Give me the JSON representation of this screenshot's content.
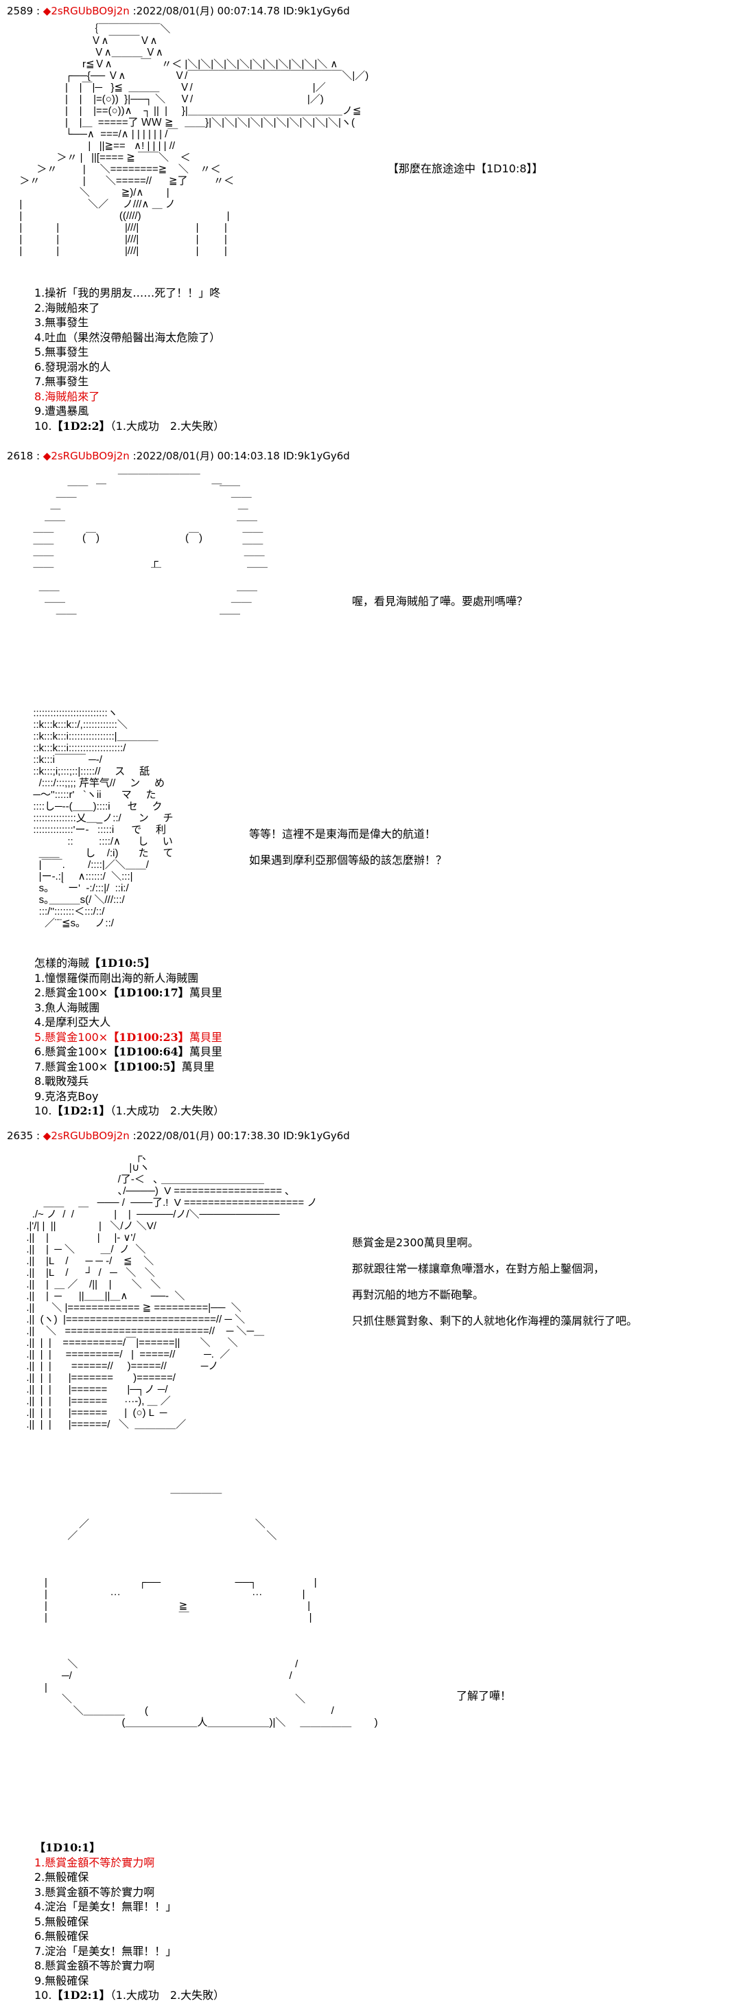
{
  "colors": {
    "trip": "#e00000",
    "highlight": "#e00000",
    "text": "#000000"
  },
  "posts": [
    {
      "number": "2589",
      "sep": " : ",
      "trip": "◆2sRGUbBO9j2n",
      "date": " :2022/08/01(月) 00:07:14.78",
      "id": " ID:9k1yGy6d",
      "aa": [
        [
          "                          ｛￣￣￣￣￣￣＼",
          "                           Ｖ∧￣￣￣Ｖ∧",
          "                            Ｖ∧＿＿＿ Ｖ∧",
          "                        r≦Ｖ∧          ￣　〃＜ |＼|＼|＼|＼|＼|＼|＼|＼|＼|＼|＼ ∧",
          "                  ┌──{── Ｖ∧                 Ｖ/￣￣￣￣￣￣￣￣￣￣￣￣￣￣￣＼|／)",
          "                  |    |￣|─   }≦  ＿＿＿       Ｖ/                                          |／",
          "                  |    |    |=(○))  }|──┐ ＼     Ｖ/                                        |／)",
          "                  |    |    |==(○))∧    ┐ ||  |     }|＿＿＿＿＿＿＿＿＿＿＿＿＿＿＿ノ≦",
          "                  |    |＿  =====了 ＷＷ ≧    ＿＿}|＼|＼|＼|＼|＼|＼|＼|＼|＼|＼|ヽ(",
          "                  └──∧  ===/∧ | | | | | | /￣",
          "                          |   ||≧==   ∧! | | | | //",
          "               ＞〃 |   ||[==== ≧ ￣￣＼    ＜",
          "        ＞〃         |     ＼========≧    ＼    〃＜",
          "  ＞〃               |       ＼=====//      ≧了         〃＜",
          "                       ＼           ≧)/∧        |",
          "  |                       ＼／     ノ///∧ ＿ ノ",
          "  |                                  ((////)                              |",
          "  |            |                       |///|                    |         |",
          "  |            |                       |///|                    |         |",
          "  |            |                       |///|                    |         |"
        ]
      ],
      "speech": [
        "【那麼在旅途途中【1D10:8】】"
      ],
      "list": {
        "title": null,
        "items": [
          [
            {
              "t": "1.操祈「我的男朋友……死了！！」咚"
            }
          ],
          [
            {
              "t": "2.海賊船來了"
            }
          ],
          [
            {
              "t": "3.無事發生"
            }
          ],
          [
            {
              "t": "4.吐血（果然沒帶船醫出海太危險了）"
            }
          ],
          [
            {
              "t": "5.無事發生"
            }
          ],
          [
            {
              "t": "6.發現溺水的人"
            }
          ],
          [
            {
              "t": "7.無事發生"
            }
          ],
          [
            {
              "t": "8.海賊船來了"
            }
          ],
          [
            {
              "t": "9.遭遇暴風"
            }
          ],
          [
            {
              "t": "10."
            },
            {
              "t": "【1D2:2】",
              "b": true
            },
            {
              "t": "（1.大成功　2.大失敗）"
            }
          ]
        ],
        "highlight_index": 7
      }
    },
    {
      "number": "2618",
      "sep": " : ",
      "trip": "◆2sRGUbBO9j2n",
      "date": " :2022/08/01(月) 00:14:03.18",
      "id": " ID:9k1yGy6d",
      "aa": [
        [
          "                        ＿    ￣￣￣￣￣￣￣￣    ＿",
          "              ￣￣                                              ￣￣",
          "          ￣￣                                                      ￣￣",
          "        ￣                                                              ￣",
          "      ￣￣                                                            ￣￣",
          "  ￣￣          (￣)                              (￣)              ￣￣",
          "  ￣￣                                                                  ￣￣",
          "  ￣￣                                  ┌                              ￣￣",
          "  ￣￣                                  ￣                              ￣￣",
          "",
          "    ￣￣                                                              ￣￣",
          "      ￣￣                                                          ￣￣",
          "          ￣￣                                                  ￣￣"
        ],
        [
          "  ::::::::::::::::::::::::::ヽ",
          "  ::k:::k:::k::/,::::::::::::＼",
          "  ::k:::k:::i::::::::::::::::|＿＿＿＿",
          "  ::k:::k:::i:::::::::::::::::::/",
          "  ::k:::i￣￣￣ ─-/",
          "  ::k:::;i;:::;::|::::://     ス     舐",
          "    /::::/:::;;;; 芹竿气//     ン     め",
          "  ─〜'':::::r'   `ヽii       マ     た",
          "  ::::し─‐‐(＿＿)::::i      セ     ク",
          "  :::::::::::::::乂＿_ノ::/      ン     チ",
          "  ::::::::::::::'ー-   :::::i      で     利",
          "              ::         ::::/∧      し     い",
          "    ＿＿         し    /:i)       た     て",
          "    |￣￣.        /::::|／＼＿＿/",
          "    |ー-.:|     ∧::::::/  ＼:::|",
          "    s｡   ｀ー'  -:/:::|/  ::i:/",
          "    s｡＿＿＿s(/ ＼///:::/",
          "    :::/'':::::::＜:::/::/",
          "      ／¨¨≦s｡     ノ::/"
        ]
      ],
      "speech": [
        "喔，看見海賊船了嘩。要處刑嗎嘩？",
        "等等！這裡不是東海而是偉大的航道！",
        "如果遇到摩利亞那個等級的該怎麼辦！？"
      ],
      "list": {
        "title": [
          {
            "t": "怎樣的海賊"
          },
          {
            "t": "【1D10:5】",
            "b": true
          }
        ],
        "items": [
          [
            {
              "t": "1.憧憬羅傑而剛出海的新人海賊團"
            }
          ],
          [
            {
              "t": "2.懸賞金100×"
            },
            {
              "t": "【1D100:17】",
              "b": true
            },
            {
              "t": "萬貝里"
            }
          ],
          [
            {
              "t": "3.魚人海賊團"
            }
          ],
          [
            {
              "t": "4.是摩利亞大人"
            }
          ],
          [
            {
              "t": "5.懸賞金100×"
            },
            {
              "t": "【1D100:23】",
              "b": true
            },
            {
              "t": "萬貝里"
            }
          ],
          [
            {
              "t": "6.懸賞金100×"
            },
            {
              "t": "【1D100:64】",
              "b": true
            },
            {
              "t": "萬貝里"
            }
          ],
          [
            {
              "t": "7.懸賞金100×"
            },
            {
              "t": "【1D100:5】",
              "b": true
            },
            {
              "t": "萬貝里"
            }
          ],
          [
            {
              "t": "8.戰敗殘兵"
            }
          ],
          [
            {
              "t": "9.克洛克Boy"
            }
          ],
          [
            {
              "t": "10."
            },
            {
              "t": "【1D2:1】",
              "b": true
            },
            {
              "t": "（1.大成功　2.大失敗）"
            }
          ]
        ],
        "highlight_index": 4
      }
    },
    {
      "number": "2635",
      "sep": " : ",
      "trip": "◆2sRGUbBO9j2n",
      "date": " :2022/08/01(月) 00:17:38.30",
      "id": " ID:9k1yGy6d",
      "aa": [
        [
          "                                        ┌､",
          "                                      |∪ヽ",
          "                                  /了-＜   ､ ＿＿＿＿＿＿＿＿＿＿",
          "                                  ､/────)  V ================== ､",
          "        ＿＿     ＿   ─── /  ───了.!  V ==================== ノ",
          "    ./~ ノ  /  /              |    |  ─────/ノ/＼───────────",
          "  .|'/| |  ||               |   ＼/ノ ＼V/",
          "  .||    |                 |     |- ∨'/",
          "  .||    |  ─ ＼         ＿/  ノ  ＼",
          "  .||    |L    /      ─ ─ -/    ≦    ＼",
          "  .||    |L    /      ┘  /   ─   ＼   ＼",
          "  .||    |  ＿ ／    /||    |       ＼   ＼",
          "  .||    |  ─      ||＿＿||＿∧        ──-  ＼",
          "  .||      ＼ |============ ≧ =========|──  ＼",
          "  .||  (ヽ)  |=========================// ─ ＼",
          "  .||    ＼   ========================//    ─ ＼─＿",
          "  .||  |  |    ==========/￣|======||       ＼      ＼",
          "  .||  |  |     =========/   |  =====//          ─.  ／",
          "  .||  |  |       ======//     )=====//            ─ノ",
          "  .||  |  |      |=======       )======/",
          "  .||  |  |      |======       |─┐ノ ─/",
          "  .||  |  |      |======      ···-), ＿ ／",
          "  .||  |  |      |======      |  (○) L  ─",
          "  .||  |  |      |======/   ＼  ＿＿＿＿／"
        ],
        [
          "                                                  ＿＿＿＿＿",
          "",
          "",
          "                  ／                                                          ＼",
          "              ／                                                                  ＼",
          "",
          "",
          "",
          "      |                                ┌──                          ──┐                    |",
          "      |                      ···                                              ···              |",
          "      |                                              ≧                                          |",
          "      |                                              ￣                                          |",
          "",
          "",
          "",
          "              ＼                                                                            /",
          "            ─/                                                                            /",
          "      |",
          "            ＼                                                                              ＼",
          "                ＼＿＿＿＿       (                                                                /",
          "                                 (＿＿＿＿＿＿＿人＿＿＿＿＿＿)|＼     ＿＿＿＿＿        )"
        ]
      ],
      "speech": [
        "懸賞金是2300萬貝里啊。",
        "那就跟往常一樣讓章魚嘩潛水，在對方船上鑿個洞，",
        "再對沉船的地方不斷砲擊。",
        "只抓住懸賞對象、剩下的人就地化作海裡的藻屑就行了吧。",
        "了解了嘩！"
      ],
      "list": {
        "title": [
          {
            "t": "【1D10:1】",
            "b": true
          }
        ],
        "items": [
          [
            {
              "t": "1.懸賞金額不等於實力啊"
            }
          ],
          [
            {
              "t": "2.無骰確保"
            }
          ],
          [
            {
              "t": "3.懸賞金額不等於實力啊"
            }
          ],
          [
            {
              "t": "4.淀治「是美女！無罪！！」"
            }
          ],
          [
            {
              "t": "5.無骰確保"
            }
          ],
          [
            {
              "t": "6.無骰確保"
            }
          ],
          [
            {
              "t": "7.淀治「是美女！無罪！！」"
            }
          ],
          [
            {
              "t": "8.懸賞金額不等於實力啊"
            }
          ],
          [
            {
              "t": "9.無骰確保"
            }
          ],
          [
            {
              "t": "10."
            },
            {
              "t": "【1D2:1】",
              "b": true
            },
            {
              "t": "（1.大成功　2.大失敗）"
            }
          ]
        ],
        "highlight_index": 0
      }
    }
  ]
}
